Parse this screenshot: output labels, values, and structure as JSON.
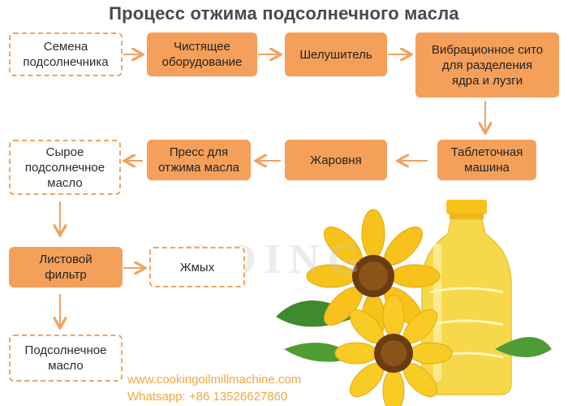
{
  "title": "Процесс отжима подсолнечного масла",
  "nodes": {
    "seeds": "Семена\nподсолнечника",
    "cleaning": "Чистящее\nоборудование",
    "huller": "Шелушитель",
    "vibrating_sieve": "Вибрационное сито\nдля разделения\nядра и лузги",
    "tablet_machine": "Таблеточная\nмашина",
    "roaster": "Жаровня",
    "press": "Пресс для\nотжима масла",
    "crude_oil": "Сырое\nподсолнечное\nмасло",
    "leaf_filter": "Листовой\nфильтр",
    "oilcake": "Жмых",
    "sunflower_oil": "Подсолнечное\nмасло"
  },
  "watermark": "DOING",
  "footer": {
    "website": "www.cookingoilmillmachine.com",
    "whatsapp": "Whatsapp: +86 13526627860"
  },
  "colors": {
    "accent": "#f5a05a",
    "dashed_border": "#f0a25f",
    "arrow": "#f0a25f",
    "footer_text": "#f3a63f",
    "oil": "#f6d84a",
    "petal": "#f7c21b"
  },
  "illustration": {
    "bottle_icon": "oil-bottle",
    "flower_icon": "sunflower"
  }
}
